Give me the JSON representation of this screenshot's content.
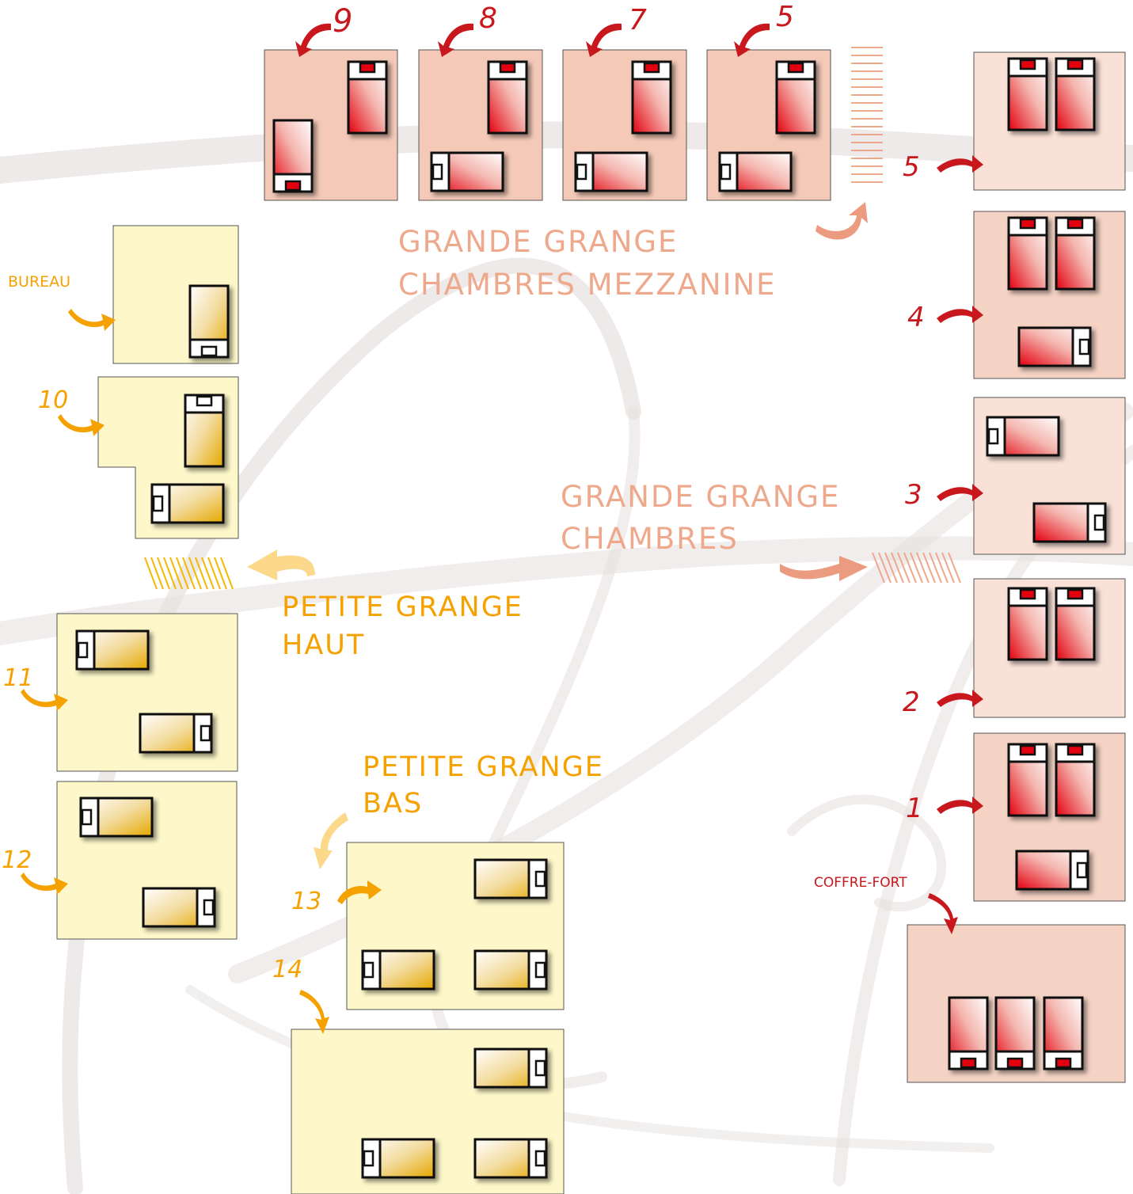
{
  "colors": {
    "red": "#e3000f",
    "gold": "#e5a800",
    "salmon": "#eea88c",
    "orange": "#f5a200",
    "room_pink": "#f4d2c4",
    "room_pink_light": "#f9e1d7",
    "room_yellow": "#fdf7c9"
  },
  "titles": {
    "mezzanine_1": "GRANDE GRANGE",
    "mezzanine_2": "CHAMBRES MEZZANINE",
    "chambres_1": "GRANDE GRANGE",
    "chambres_2": "CHAMBRES",
    "haut_1": "PETITE GRANGE",
    "haut_2": "HAUT",
    "bas_1": "PETITE GRANGE",
    "bas_2": "BAS"
  },
  "labels": {
    "bureau": "BUREAU",
    "coffre": "COFFRE-FORT"
  },
  "rooms": {
    "mezz_9": "9",
    "mezz_8": "8",
    "mezz_7": "7",
    "mezz_5": "5",
    "r5": "5",
    "r4": "4",
    "r3": "3",
    "r2": "2",
    "r1": "1",
    "r10": "10",
    "r11": "11",
    "r12": "12",
    "r13": "13",
    "r14": "14"
  }
}
